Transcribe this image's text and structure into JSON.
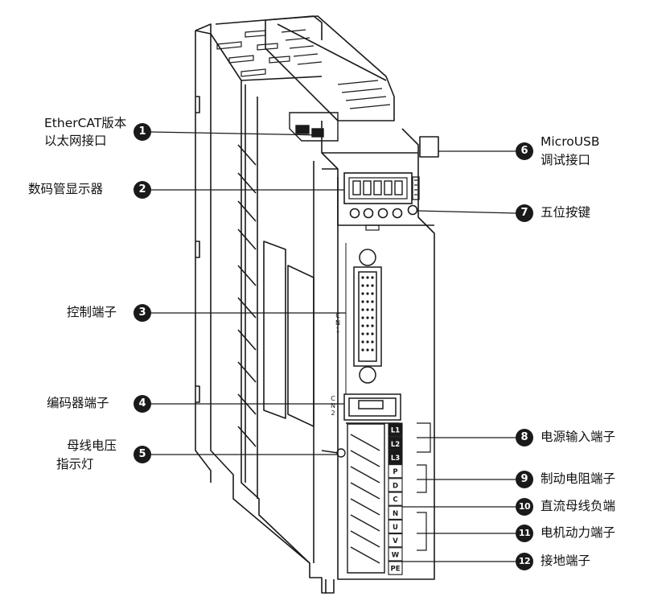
{
  "callouts": [
    {
      "num": "1",
      "lines": [
        "EtherCAT版本",
        "以太网接口"
      ]
    },
    {
      "num": "2",
      "lines": [
        "数码管显示器"
      ]
    },
    {
      "num": "3",
      "lines": [
        "控制端子"
      ]
    },
    {
      "num": "4",
      "lines": [
        "编码器端子"
      ]
    },
    {
      "num": "5",
      "lines": [
        "母线电压",
        "指示灯"
      ]
    },
    {
      "num": "6",
      "lines": [
        "MicroUSB",
        "调试接口"
      ]
    },
    {
      "num": "7",
      "lines": [
        "五位按键"
      ]
    },
    {
      "num": "8",
      "lines": [
        "电源输入端子"
      ]
    },
    {
      "num": "9",
      "lines": [
        "制动电阻端子"
      ]
    },
    {
      "num": "10",
      "lines": [
        "直流母线负端"
      ]
    },
    {
      "num": "11",
      "lines": [
        "电机动力端子"
      ]
    },
    {
      "num": "12",
      "lines": [
        "接地端子"
      ]
    }
  ],
  "connector_labels": {
    "cn1": [
      "C",
      "N",
      "1"
    ],
    "cn2": [
      "C",
      "N",
      "2"
    ]
  },
  "terminals": [
    "L1",
    "L2",
    "L3",
    "P",
    "D",
    "C",
    "N",
    "U",
    "V",
    "W",
    "PE"
  ],
  "colors": {
    "outline": "#1a1a1a",
    "badge": "#1a1a1a",
    "background": "#ffffff"
  }
}
